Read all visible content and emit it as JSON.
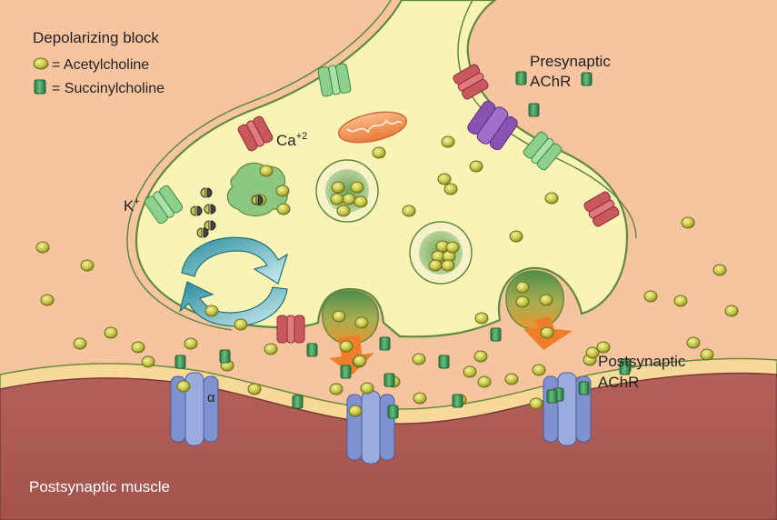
{
  "colors": {
    "background": "#f7c4a0",
    "cytoplasm": "#f9f3b5",
    "membrane_outline": "#5f8a3c",
    "cleft_band": "#f8d99a",
    "muscle": "#ad5d55",
    "acetylcholine": "#c7c74b",
    "succinylcholine": "#3b9a57",
    "k_channel": "#8dd08c",
    "ca_channel": "#c9585d",
    "presynaptic_achr": "#8a52b4",
    "postsynaptic_achr": "#7f92cf",
    "vesicle_fill": "#8cb97a",
    "release_arrow": "#ef7e2b",
    "recycle_arrow": "#3d9aa8",
    "mitochondrion": "#f39a5d"
  },
  "legend": {
    "title": "Depolarizing block",
    "items": [
      {
        "icon": "acetylcholine-icon",
        "label": "= Acetylcholine"
      },
      {
        "icon": "succinylcholine-icon",
        "label": "= Succinylcholine"
      }
    ]
  },
  "labels": {
    "ca": "Ca",
    "ca_sup": "+2",
    "k": "K",
    "k_sup": "+",
    "presynaptic_1": "Presynaptic",
    "presynaptic_2": "AChR",
    "postsynaptic_1": "Postsynaptic",
    "postsynaptic_2": "AChR",
    "alpha": "α",
    "muscle": "Postsynaptic muscle"
  }
}
